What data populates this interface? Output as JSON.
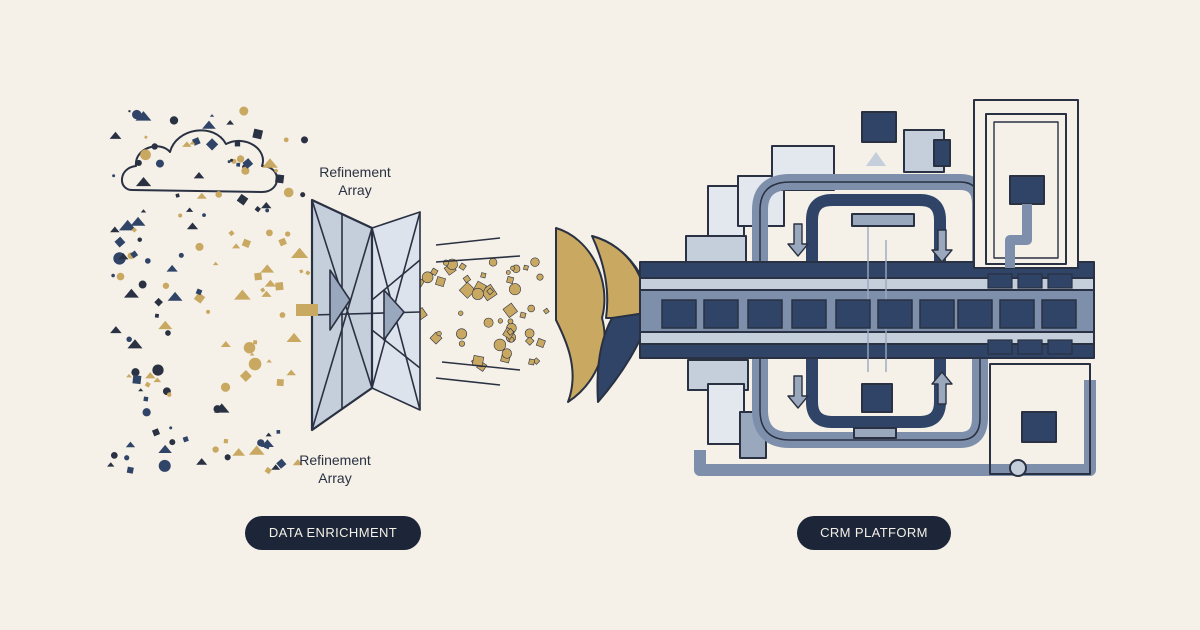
{
  "labels": {
    "refinement_top": [
      "Refinement",
      "Array"
    ],
    "refinement_bottom": [
      "Refinement",
      "Array"
    ]
  },
  "pills": {
    "left": "DATA ENRICHMENT",
    "right": "CRM PLATFORM"
  },
  "colors": {
    "background": "#f5f1e8",
    "ink": "#2a3142",
    "navy": "#2f4467",
    "slate": "#7d8fab",
    "light_slate": "#c5cedb",
    "gold": "#c9a862",
    "pill_bg": "#1c2638",
    "pill_text": "#f5f1e8"
  },
  "icons": [
    "cloud-icon",
    "refinement-prism-icon",
    "funnel-petal-icon",
    "data-block-icon"
  ]
}
